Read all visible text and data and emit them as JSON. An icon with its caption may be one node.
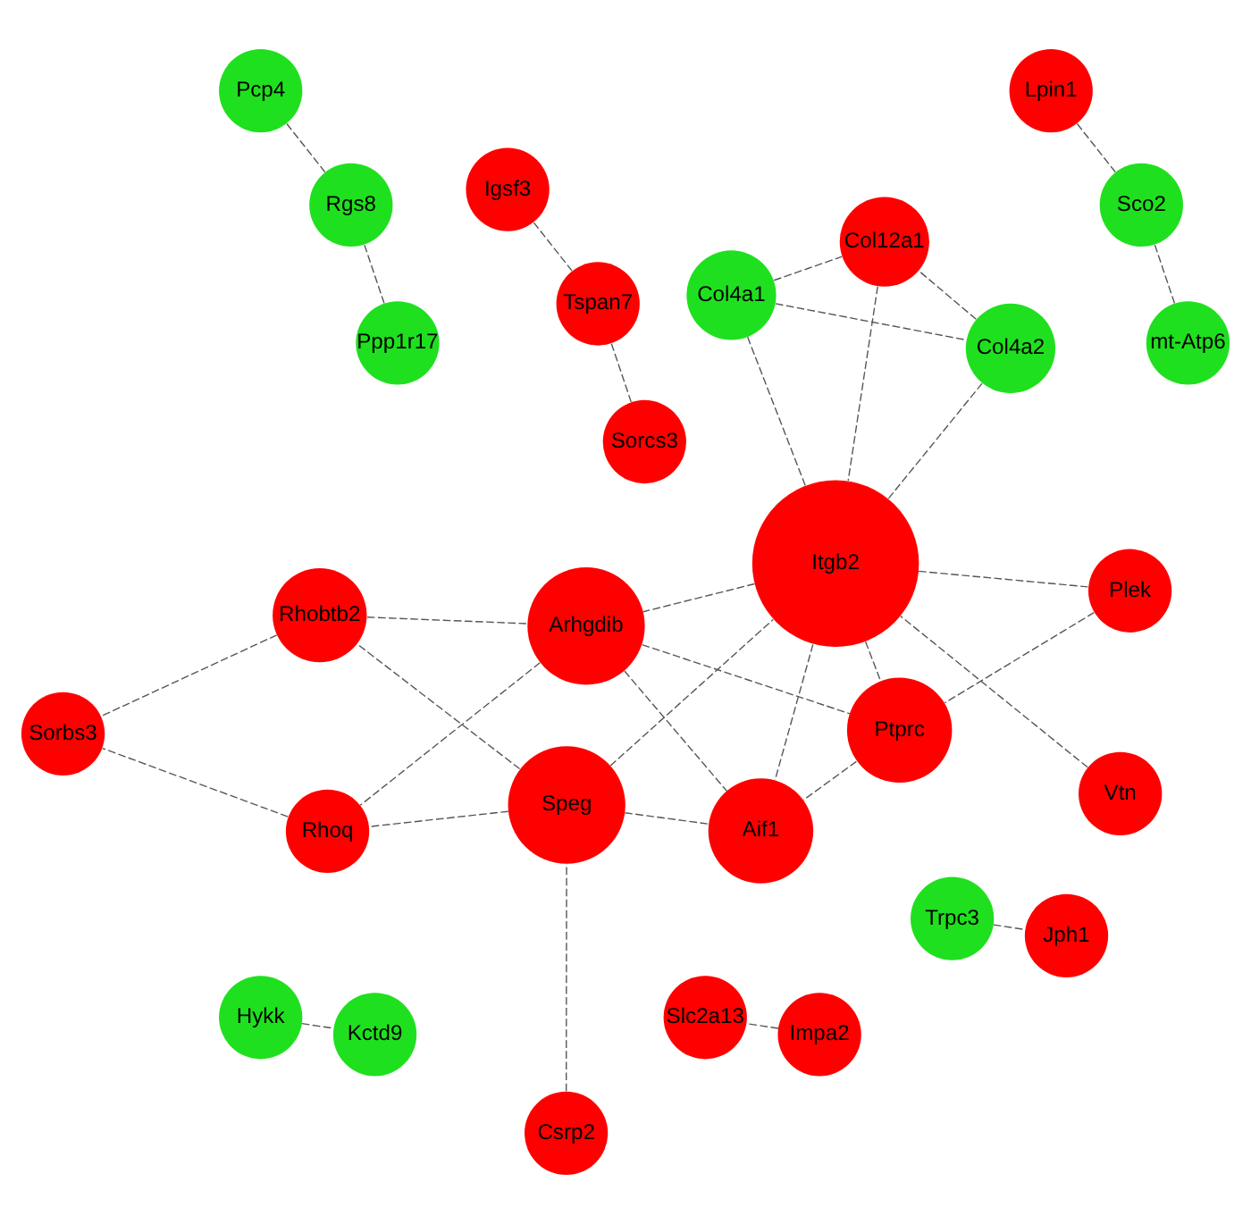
{
  "diagram": {
    "nodes": [
      {
        "text": [
          "Col4a1"
        ]
      },
      {
        "text": [
          "Col4a2"
        ]
      },
      {
        "text": [
          "Csrp2"
        ]
      },
      {
        "text": [
          "Igsf3"
        ]
      },
      {
        "text": [
          "Col12a1"
        ]
      },
      {
        "text": [
          "Speg"
        ]
      },
      {
        "text": [
          "Rhobtb2"
        ]
      },
      {
        "text": [
          "Tspan7"
        ]
      },
      {
        "text": [
          "Vtn"
        ]
      },
      {
        "text": [
          "Itgb2"
        ]
      },
      {
        "text": [
          "Arhgdib"
        ]
      },
      {
        "text": [
          "Sorbs3"
        ]
      },
      {
        "text": [
          "Sorcs3"
        ]
      },
      {
        "text": [
          "Plek"
        ]
      },
      {
        "text": [
          "Rhoq"
        ]
      },
      {
        "text": [
          "Ptprc"
        ]
      },
      {
        "text": [
          "Aif1"
        ]
      },
      {
        "text": [
          "Trpc3"
        ]
      },
      {
        "text": [
          "Jph1"
        ]
      },
      {
        "text": [
          "Lpin1"
        ]
      },
      {
        "text": [
          "Pcp4"
        ]
      },
      {
        "text": [
          "Sco2"
        ]
      },
      {
        "text": [
          "Rgs8"
        ]
      },
      {
        "text": [
          "mt-Atp6"
        ]
      },
      {
        "text": [
          "Ppp1r17"
        ]
      },
      {
        "text": [
          "Slc2a13"
        ]
      },
      {
        "text": [
          "Impa2"
        ]
      },
      {
        "text": [
          "Hykk"
        ]
      },
      {
        "text": [
          "Kctd9"
        ]
      }
    ],
    "edges": [
      {
        "from": 0,
        "to": 1,
        "arrow": "none"
      },
      {
        "from": 0,
        "to": 4,
        "arrow": "none"
      },
      {
        "from": 0,
        "to": 9,
        "arrow": "none"
      },
      {
        "from": 1,
        "to": 4,
        "arrow": "none"
      },
      {
        "from": 1,
        "to": 9,
        "arrow": "none"
      },
      {
        "from": 4,
        "to": 9,
        "arrow": "none"
      },
      {
        "from": 2,
        "to": 5,
        "arrow": "none"
      },
      {
        "from": 5,
        "to": 9,
        "arrow": "none"
      },
      {
        "from": 5,
        "to": 6,
        "arrow": "none"
      },
      {
        "from": 5,
        "to": 16,
        "arrow": "none"
      },
      {
        "from": 5,
        "to": 14,
        "arrow": "none"
      },
      {
        "from": 6,
        "to": 10,
        "arrow": "none"
      },
      {
        "from": 6,
        "to": 11,
        "arrow": "none"
      },
      {
        "from": 8,
        "to": 9,
        "arrow": "none"
      },
      {
        "from": 9,
        "to": 10,
        "arrow": "none"
      },
      {
        "from": 9,
        "to": 13,
        "arrow": "none"
      },
      {
        "from": 9,
        "to": 15,
        "arrow": "none"
      },
      {
        "from": 9,
        "to": 16,
        "arrow": "none"
      },
      {
        "from": 10,
        "to": 15,
        "arrow": "none"
      },
      {
        "from": 10,
        "to": 16,
        "arrow": "none"
      },
      {
        "from": 10,
        "to": 14,
        "arrow": "none"
      },
      {
        "from": 13,
        "to": 15,
        "arrow": "none"
      },
      {
        "from": 15,
        "to": 16,
        "arrow": "none"
      },
      {
        "from": 14,
        "to": 11,
        "arrow": "none"
      },
      {
        "from": 3,
        "to": 7,
        "arrow": "none"
      },
      {
        "from": 7,
        "to": 12,
        "arrow": "none"
      },
      {
        "from": 17,
        "to": 18,
        "arrow": "none"
      },
      {
        "from": 19,
        "to": 21,
        "arrow": "none"
      },
      {
        "from": 21,
        "to": 23,
        "arrow": "none"
      },
      {
        "from": 20,
        "to": 22,
        "arrow": "none"
      },
      {
        "from": 22,
        "to": 24,
        "arrow": "none"
      },
      {
        "from": 26,
        "to": 25,
        "arrow": "none"
      },
      {
        "from": 27,
        "to": 28,
        "arrow": "none"
      }
    ]
  }
}
